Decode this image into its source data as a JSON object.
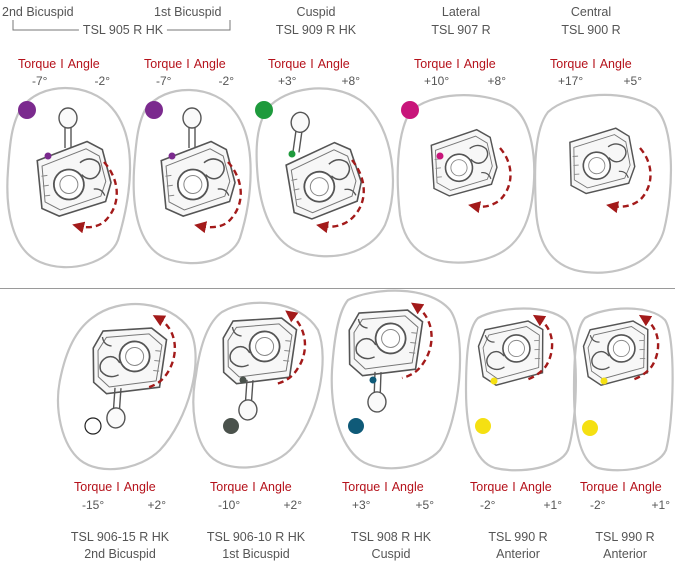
{
  "top_row": {
    "group_bracket": {
      "left_label": "2nd Bicuspid",
      "right_label": "1st Bicuspid",
      "product": "TSL 905 R HK"
    },
    "teeth": [
      {
        "name": "",
        "product": "",
        "torque_label": "Torque",
        "angle_label": "Angle",
        "torque": "-7°",
        "angle": "-2°",
        "dot_color": "#7b2a8e"
      },
      {
        "name": "",
        "product": "",
        "torque_label": "Torque",
        "angle_label": "Angle",
        "torque": "-7°",
        "angle": "-2°",
        "dot_color": "#7b2a8e"
      },
      {
        "name": "Cuspid",
        "product": "TSL 909 R HK",
        "torque_label": "Torque",
        "angle_label": "Angle",
        "torque": "+3°",
        "angle": "+8°",
        "dot_color": "#1e9a3c"
      },
      {
        "name": "Lateral",
        "product": "TSL 907 R",
        "torque_label": "Torque",
        "angle_label": "Angle",
        "torque": "+10°",
        "angle": "+8°",
        "dot_color": "#c8157a"
      },
      {
        "name": "Central",
        "product": "TSL 900 R",
        "torque_label": "Torque",
        "angle_label": "Angle",
        "torque": "+17°",
        "angle": "+5°",
        "dot_color": ""
      }
    ]
  },
  "bottom_row": {
    "teeth": [
      {
        "torque_label": "Torque",
        "angle_label": "Angle",
        "torque": "-15°",
        "angle": "+2°",
        "product": "TSL 906-15 R HK",
        "name": "2nd Bicuspid",
        "dot_color": "#ffffff"
      },
      {
        "torque_label": "Torque",
        "angle_label": "Angle",
        "torque": "-10°",
        "angle": "+2°",
        "product": "TSL 906-10 R HK",
        "name": "1st Bicuspid",
        "dot_color": "#4a524c"
      },
      {
        "torque_label": "Torque",
        "angle_label": "Angle",
        "torque": "+3°",
        "angle": "+5°",
        "product": "TSL 908 R HK",
        "name": "Cuspid",
        "dot_color": "#0f5a78"
      },
      {
        "torque_label": "Torque",
        "angle_label": "Angle",
        "torque": "-2°",
        "angle": "+1°",
        "product": "TSL 990 R",
        "name": "Anterior",
        "dot_color": "#f5e012"
      },
      {
        "torque_label": "Torque",
        "angle_label": "Angle",
        "torque": "-2°",
        "angle": "+1°",
        "product": "TSL 990 R",
        "name": "Anterior",
        "dot_color": "#f5e012"
      }
    ]
  },
  "colors": {
    "accent_red": "#b5121b",
    "outline_gray": "#c4c4c4",
    "bracket_gray": "#555555"
  }
}
